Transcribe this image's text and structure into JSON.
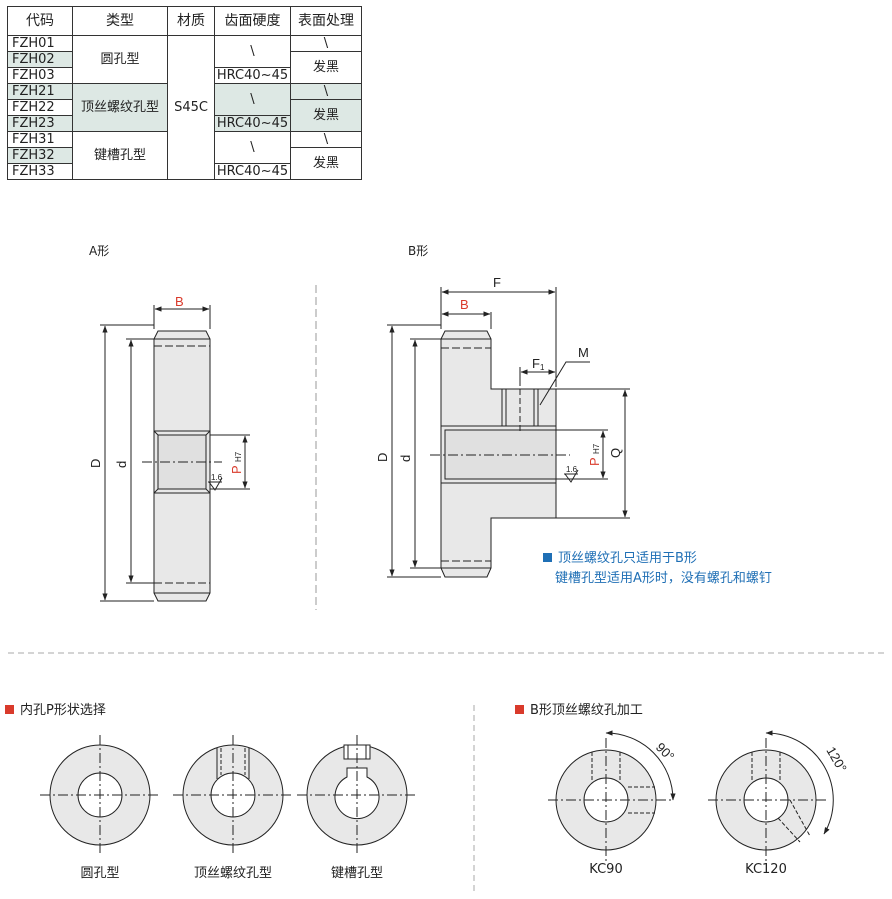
{
  "table": {
    "headers": [
      "代码",
      "类型",
      "材质",
      "齿面硬度",
      "表面处理"
    ],
    "codes": [
      "FZH01",
      "FZH02",
      "FZH03",
      "FZH21",
      "FZH22",
      "FZH23",
      "FZH31",
      "FZH32",
      "FZH33"
    ],
    "types": [
      "圆孔型",
      "顶丝螺纹孔型",
      "键槽孔型"
    ],
    "material": "S45C",
    "hardness_none": "\\",
    "hardness_value": "HRC40~45",
    "treatment_none": "\\",
    "treatment_value": "发黑"
  },
  "drawing_a": {
    "title": "A形",
    "B": "B",
    "D": "D",
    "d": "d",
    "P": "P",
    "H7": "H7",
    "rough": "1.6"
  },
  "drawing_b": {
    "title": "B形",
    "F": "F",
    "B": "B",
    "F1": "F",
    "F1_sub": "1",
    "M": "M",
    "D": "D",
    "d": "d",
    "P": "P",
    "H7": "H7",
    "Q": "Q",
    "rough": "1.6"
  },
  "note": {
    "line1": "顶丝螺纹孔只适用于B形",
    "line2": "键槽孔型适用A形时，没有螺孔和螺钉"
  },
  "section_left": {
    "title": "内孔P形状选择",
    "captions": [
      "圆孔型",
      "顶丝螺纹孔型",
      "键槽孔型"
    ]
  },
  "section_right": {
    "title": "B形顶丝螺纹孔加工",
    "captions": [
      "KC90",
      "KC120"
    ],
    "angles": [
      "90°",
      "120°"
    ]
  },
  "colors": {
    "accent_red": "#d93a2b",
    "note_blue": "#1f6fb5",
    "highlight_row": "#dde8e4",
    "part_fill": "#e8e8e8"
  }
}
